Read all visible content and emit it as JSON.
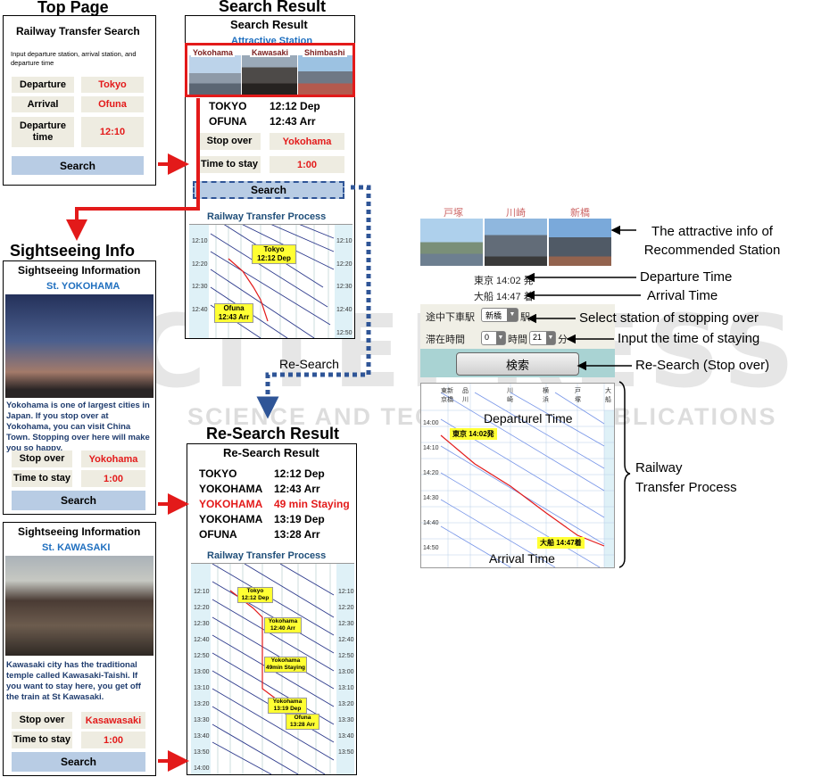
{
  "sections": {
    "top_page": "Top Page",
    "search_result": "Search Result",
    "sightseeing": "Sightseeing Info",
    "re_search_result": "Re-Search Result",
    "re_search": "Re-Search"
  },
  "top": {
    "title": "Railway Transfer Search",
    "instruction": "Input departure  station, arrival station, and departure time",
    "departure_label": "Departure",
    "departure_value": "Tokyo",
    "arrival_label": "Arrival",
    "arrival_value": "Ofuna",
    "time_label": "Departure time",
    "time_value": "12:10",
    "search": "Search"
  },
  "result": {
    "title": "Search Result",
    "attractive": "Attractive Station",
    "stations": [
      "Yokohama",
      "Kawasaki",
      "Shimbashi"
    ],
    "rows": [
      {
        "st": "TOKYO",
        "t": "12:12 Dep"
      },
      {
        "st": "OFUNA",
        "t": "12:43 Arr"
      }
    ],
    "stop_label": "Stop over",
    "stop_value": "Yokohama",
    "stay_label": "Time to stay",
    "stay_value": "1:00",
    "search": "Search",
    "process_title": "Railway Transfer Process",
    "times": [
      "12:10",
      "12:20",
      "12:30",
      "12:40",
      "12:50"
    ],
    "lab1": "Tokyo\n12:12 Dep",
    "lab2": "Ofuna\n12:43 Arr"
  },
  "sight1": {
    "title": "Sightseeing Information",
    "station": "St. YOKOHAMA",
    "desc": "Yokohama is one of largest cities in Japan. If you stop over at Yokohama, you can visit China Town.  Stopping over here will make you so happy.",
    "stop_label": "Stop over",
    "stop_value": "Yokohama",
    "stay_label": "Time to stay",
    "stay_value": "1:00",
    "search": "Search"
  },
  "sight2": {
    "title": "Sightseeing Information",
    "station": "St. KAWASAKI",
    "desc": "Kawasaki city has the traditional temple called Kawasaki-Taishi. If you want to stay here, you get off the train  at St Kawasaki.",
    "stop_label": "Stop over",
    "stop_value": "Kasawasaki",
    "stay_label": "Time to stay",
    "stay_value": "1:00",
    "search": "Search"
  },
  "reresult": {
    "title": "Re-Search Result",
    "rows": [
      {
        "st": "TOKYO",
        "t": "12:12 Dep",
        "hl": false
      },
      {
        "st": "YOKOHAMA",
        "t": "12:43 Arr",
        "hl": false
      },
      {
        "st": "YOKOHAMA",
        "t": "49 min Staying",
        "hl": true
      },
      {
        "st": "YOKOHAMA",
        "t": "13:19 Dep",
        "hl": false
      },
      {
        "st": "OFUNA",
        "t": "13:28 Arr",
        "hl": false
      }
    ],
    "process_title": "Railway Transfer Process",
    "times": [
      "12:10",
      "12:20",
      "12:30",
      "12:40",
      "12:50",
      "13:00",
      "13:10",
      "13:20",
      "13:30",
      "13:40",
      "13:50",
      "14:00"
    ],
    "labels": [
      "Tokyo\n12:12 Dep",
      "Yokohama\n12:40 Arr",
      "Yokohama\n49min Staying",
      "Yokohama\n13:19 Dep",
      "Ofuna\n13:28 Arr"
    ]
  },
  "jp": {
    "stations": [
      "戸塚",
      "川崎",
      "新橋"
    ],
    "dep": "東京  14:02 発",
    "arr": "大船  14:47 着",
    "stop_label": "途中下車駅",
    "stop_value": "新橋",
    "stop_suffix": "駅",
    "stay_label": "滞在時間",
    "hour": "0",
    "hour_unit": "時間",
    "minute": "21",
    "minute_unit": "分",
    "search": "検索",
    "header_cols": [
      "東新\n京橋",
      "品\n川",
      "川\n崎",
      "横\n浜",
      "戸\n塚",
      "大\n船"
    ],
    "times": [
      "14:00",
      "14:10",
      "14:20",
      "14:30",
      "14:40",
      "14:50"
    ],
    "dep_tag": "東京 14:02発",
    "arr_tag": "大船 14:47着",
    "inner_dep": "Departurel Time",
    "inner_arr": "Arrival Time"
  },
  "annotations": {
    "a1": "The attractive info of\nRecommended Station",
    "a2": "Departure Time",
    "a3": "Arrival Time",
    "a4": "Select station of stopping over",
    "a5": "Input the time of staying",
    "a6": "Re-Search (Stop over)",
    "a7": "Railway\nTransfer Process"
  },
  "watermark": {
    "big": "SCITEPRESS",
    "sub": "SCIENCE AND TECHNOLOGY PUBLICATIONS"
  },
  "colors": {
    "accent_red": "#e31a1a",
    "label_blue": "#1f6fbf",
    "button_blue": "#b8cce4",
    "dotted_blue": "#2f5597"
  }
}
